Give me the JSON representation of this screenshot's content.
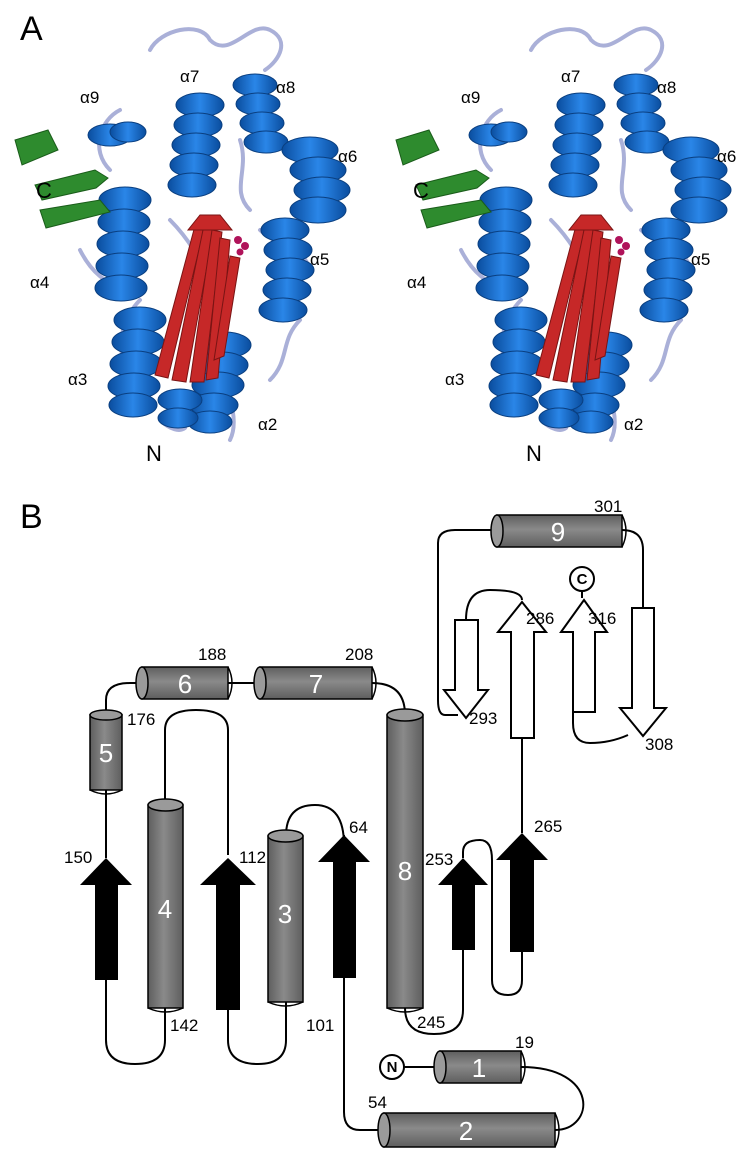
{
  "panels": {
    "a_label": "A",
    "b_label": "B"
  },
  "colors": {
    "helix_blue": "#1166cc",
    "helix_dark": "#0a4d9e",
    "strand_red": "#c62828",
    "strand_green": "#2e8b2e",
    "loop_lavender": "#aab0d8",
    "cylinder_gray": "#7a7a7a",
    "strand_black": "#000000"
  },
  "stereo_left": {
    "a7": "α7",
    "a8": "α8",
    "a9": "α9",
    "a6": "α6",
    "a5": "α5",
    "a4": "α4",
    "a3": "α3",
    "a2": "α2",
    "c": "C",
    "n": "N"
  },
  "stereo_right": {
    "a7": "α7",
    "a8": "α8",
    "a9": "α9",
    "a6": "α6",
    "a5": "α5",
    "a4": "α4",
    "a3": "α3",
    "a2": "α2",
    "c": "C",
    "n": "N"
  },
  "topology": {
    "helices": [
      "1",
      "2",
      "3",
      "4",
      "5",
      "6",
      "7",
      "8",
      "9"
    ],
    "termini": {
      "n": "N",
      "c": "C"
    },
    "residues": {
      "r19": "19",
      "r54": "54",
      "r64": "64",
      "r101": "101",
      "r112": "112",
      "r142": "142",
      "r150": "150",
      "r176": "176",
      "r188": "188",
      "r208": "208",
      "r245": "245",
      "r253": "253",
      "r265": "265",
      "r286": "286",
      "r293": "293",
      "r301": "301",
      "r308": "308",
      "r316": "316"
    }
  }
}
